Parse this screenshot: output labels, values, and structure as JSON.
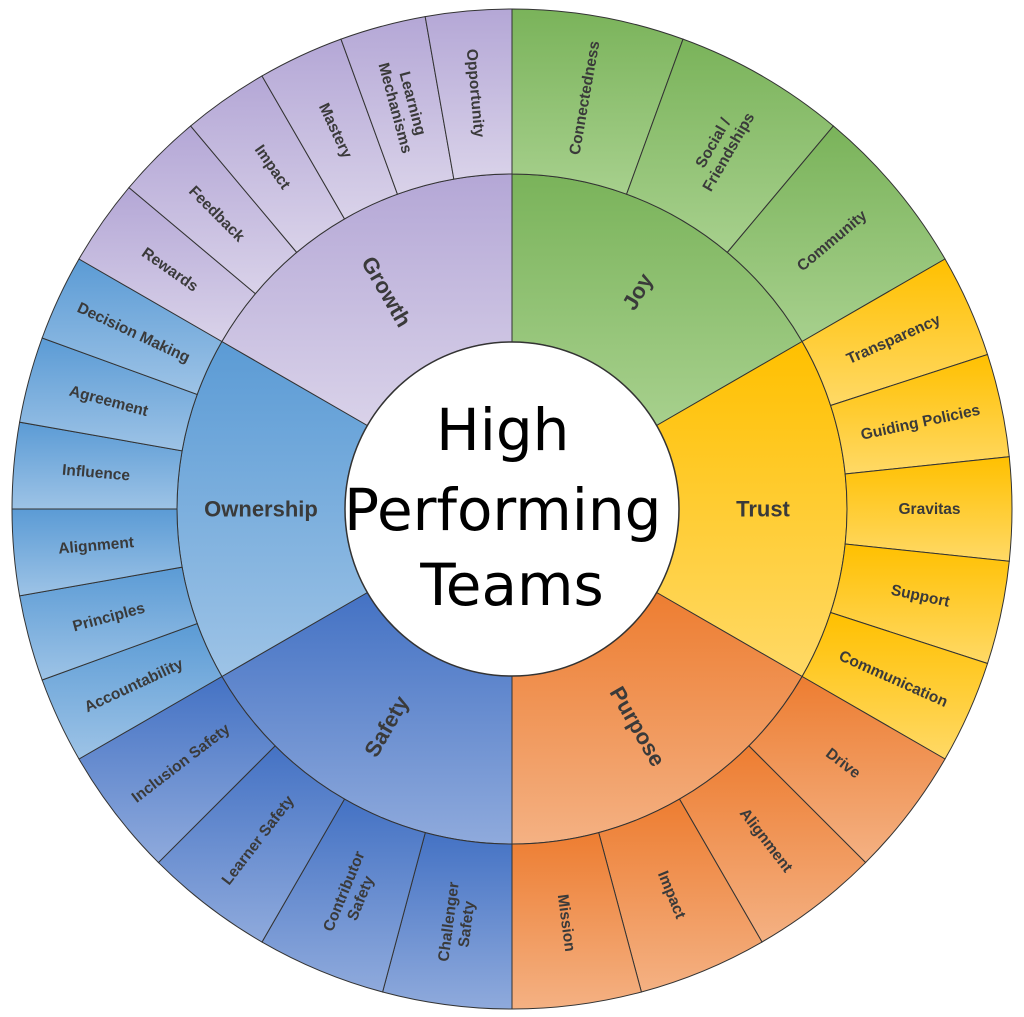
{
  "title_lines": [
    "High",
    "Performing",
    "Teams"
  ],
  "categories": [
    {
      "name": "Joy",
      "color": "#7ab35a",
      "light": "#a7d08d",
      "items": [
        [
          "Connectedness"
        ],
        [
          "Social /",
          "Friendships"
        ],
        [
          "Community"
        ]
      ]
    },
    {
      "name": "Trust",
      "color": "#ffc000",
      "light": "#ffd966",
      "items": [
        [
          "Transparency"
        ],
        [
          "Guiding Policies"
        ],
        [
          "Gravitas"
        ],
        [
          "Support"
        ],
        [
          "Communication"
        ]
      ]
    },
    {
      "name": "Purpose",
      "color": "#ed7d31",
      "light": "#f4b183",
      "items": [
        [
          "Drive"
        ],
        [
          "Alignment"
        ],
        [
          "Impact"
        ],
        [
          "Mission"
        ]
      ]
    },
    {
      "name": "Safety",
      "color": "#4472c4",
      "light": "#8faadc",
      "items": [
        [
          "Challenger",
          "Safety"
        ],
        [
          "Contributor",
          "Safety"
        ],
        [
          "Learner Safety"
        ],
        [
          "Inclusion Safety"
        ]
      ]
    },
    {
      "name": "Ownership",
      "color": "#5b9bd5",
      "light": "#9dc3e6",
      "items": [
        [
          "Accountability"
        ],
        [
          "Principles"
        ],
        [
          "Alignment"
        ],
        [
          "Influence"
        ],
        [
          "Agreement"
        ],
        [
          "Decision Making"
        ]
      ]
    },
    {
      "name": "Growth",
      "color": "#b4a7d6",
      "light": "#d9d2e9",
      "items": [
        [
          "Rewards"
        ],
        [
          "Feedback"
        ],
        [
          "Impact"
        ],
        [
          "Mastery"
        ],
        [
          "Learning",
          "Mechanisms"
        ],
        [
          "Opportunity"
        ]
      ]
    }
  ]
}
